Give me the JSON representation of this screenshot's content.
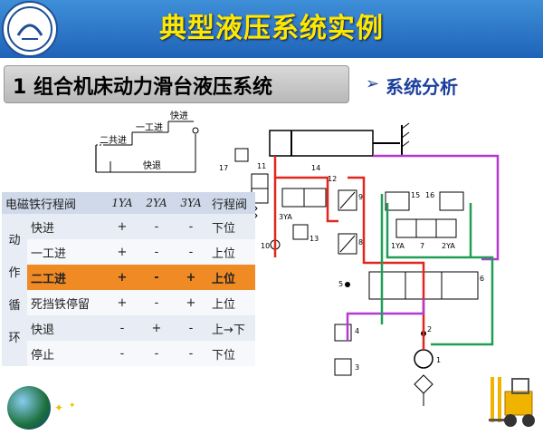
{
  "header": {
    "title": "典型液压系统实例"
  },
  "section": {
    "title": "1  组合机床动力滑台液压系统",
    "arrow": "➢",
    "analysis": "系统分析"
  },
  "cycle_diagram": {
    "labels": [
      "快进",
      "一工进",
      "二共进",
      "快退"
    ]
  },
  "circuit": {
    "labels": [
      "14",
      "11",
      "17",
      "12",
      "9",
      "3YA",
      "13",
      "10",
      "8",
      "5",
      "15",
      "16",
      "1YA",
      "7",
      "2YA",
      "6",
      "4",
      "3",
      "2",
      "1"
    ]
  },
  "table": {
    "headers": [
      "电磁铁行程阀",
      "1YA",
      "2YA",
      "3YA",
      "行程阀"
    ],
    "group_label": [
      "动",
      "作",
      "循",
      "环"
    ],
    "rows": [
      {
        "name": "快进",
        "v1": "+",
        "v2": "-",
        "v3": "-",
        "pos": "下位"
      },
      {
        "name": "一工进",
        "v1": "+",
        "v2": "-",
        "v3": "-",
        "pos": "上位"
      },
      {
        "name": "二工进",
        "v1": "+",
        "v2": "-",
        "v3": "+",
        "pos": "上位"
      },
      {
        "name": "死挡铁停留",
        "v1": "+",
        "v2": "-",
        "v3": "+",
        "pos": "上位"
      },
      {
        "name": "快退",
        "v1": "-",
        "v2": "+",
        "v3": "-",
        "pos": "上→下"
      },
      {
        "name": "停止",
        "v1": "-",
        "v2": "-",
        "v3": "-",
        "pos": "下位"
      }
    ]
  },
  "colors": {
    "title": "#ffe800",
    "banner": "#2a74c8",
    "highlight": "#f08a24",
    "red_line": "#e0261d",
    "purple_line": "#b33ad0",
    "green_line": "#1f9e55"
  }
}
